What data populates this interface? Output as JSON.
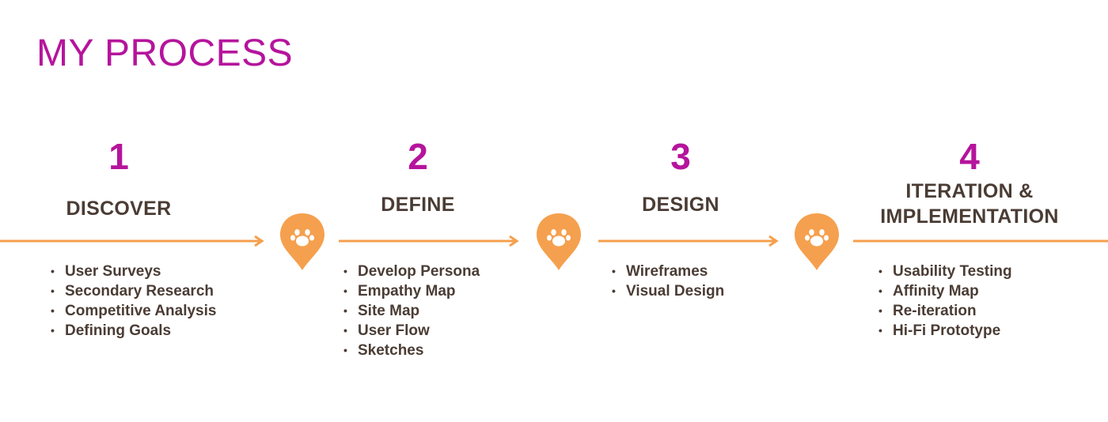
{
  "title": "MY PROCESS",
  "colors": {
    "accent": "#b5149c",
    "line": "#f5a04e",
    "text": "#4a3c34"
  },
  "connector_icon": "paw-pin-icon",
  "steps": [
    {
      "number": "1",
      "name": "DISCOVER",
      "items": [
        "User Surveys",
        "Secondary Research",
        "Competitive Analysis",
        "Defining Goals"
      ]
    },
    {
      "number": "2",
      "name": "DEFINE",
      "items": [
        "Develop Persona",
        "Empathy Map",
        "Site Map",
        "User Flow",
        "Sketches"
      ]
    },
    {
      "number": "3",
      "name": "DESIGN",
      "items": [
        "Wireframes",
        "Visual Design"
      ]
    },
    {
      "number": "4",
      "name_lines": [
        "ITERATION &",
        "IMPLEMENTATION"
      ],
      "items": [
        "Usability Testing",
        "Affinity Map",
        "Re-iteration",
        "Hi-Fi Prototype"
      ]
    }
  ]
}
